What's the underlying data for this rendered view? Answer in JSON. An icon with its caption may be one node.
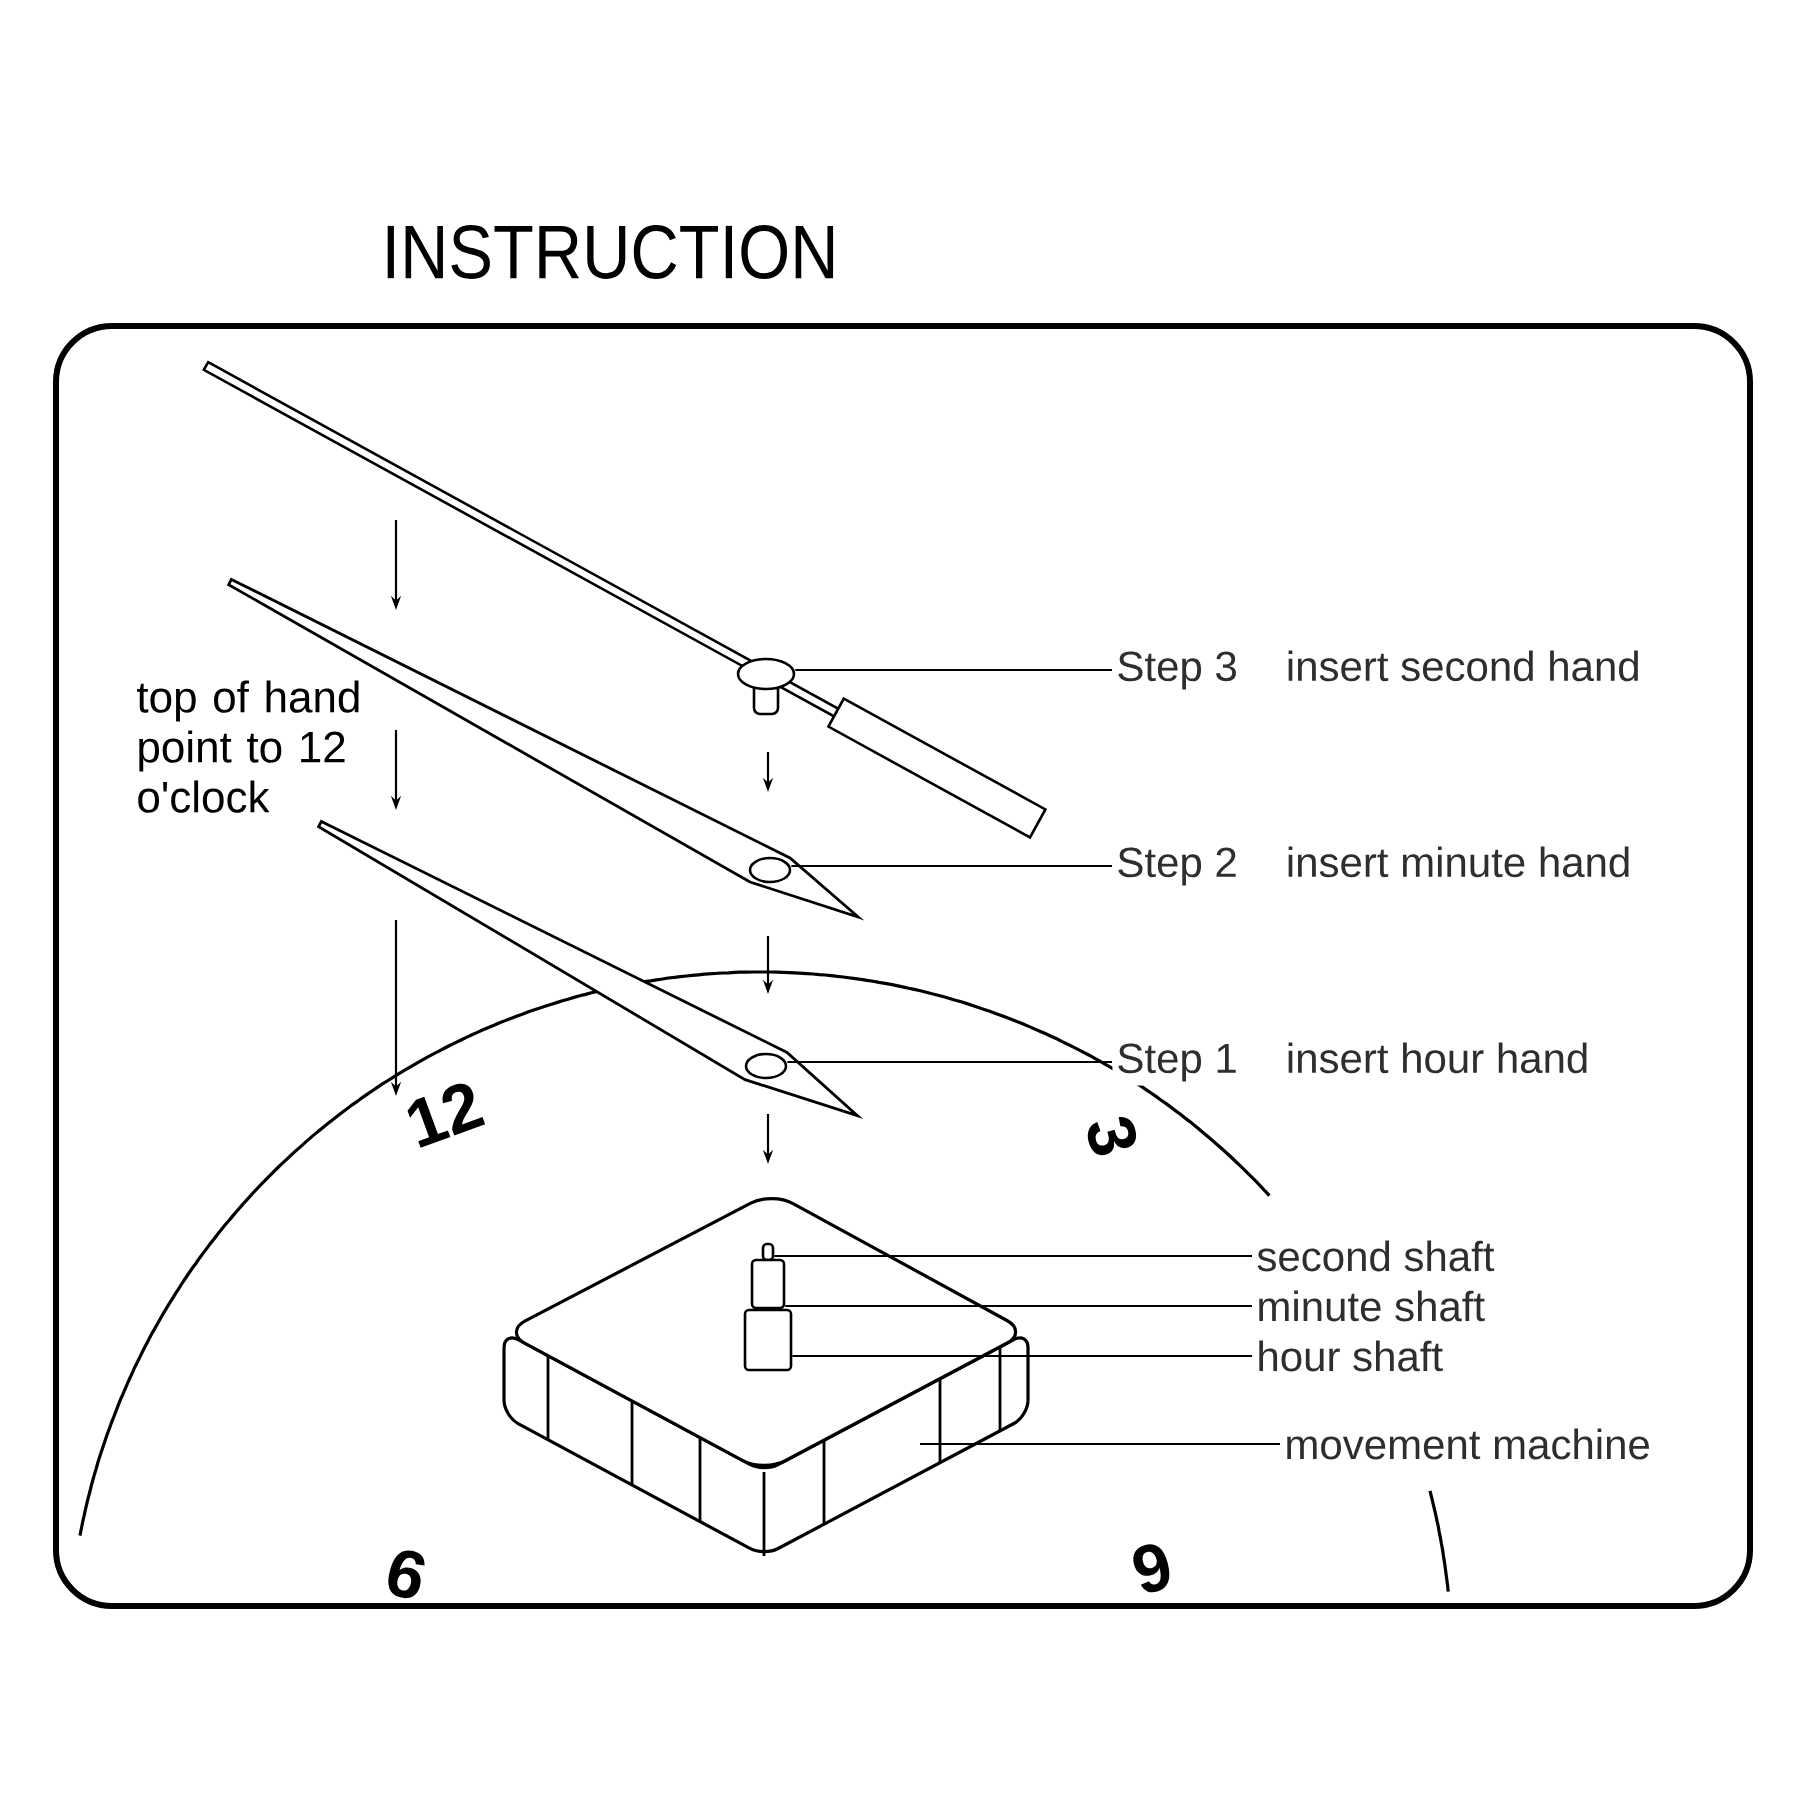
{
  "diagram": {
    "title": "INSTRUCTION",
    "nodes": [
      {
        "text": [],
        "shape": "circle"
      },
      {
        "text": [
          "Step 3",
          "insert second hand"
        ]
      },
      {
        "text": [],
        "shape": "circle"
      },
      {
        "text": [
          "Step 2",
          "insert minute hand"
        ]
      },
      {
        "text": [],
        "shape": "circle"
      },
      {
        "text": [
          "Step 1",
          "insert hour hand"
        ]
      },
      {
        "text": [],
        "shape": "picture"
      },
      {
        "text": [],
        "shape": "cylinder",
        "in": 6
      },
      {
        "text": [
          "second shaft"
        ]
      },
      {
        "text": [],
        "shape": "cylinder",
        "in": 6
      },
      {
        "text": [
          "minute shaft"
        ]
      },
      {
        "text": [],
        "shape": "cylinder",
        "in": 6
      },
      {
        "text": [
          "hour shaft"
        ]
      },
      {
        "text": [
          "movement machine"
        ]
      }
    ],
    "edges": [
      {
        "from": 1,
        "to": 0,
        "arrow": "none"
      },
      {
        "from": 3,
        "to": 2,
        "arrow": "none"
      },
      {
        "from": 5,
        "to": 4,
        "arrow": "none"
      },
      {
        "from": 8,
        "to": 7,
        "arrow": "none"
      },
      {
        "from": 10,
        "to": 9,
        "arrow": "none"
      },
      {
        "from": 12,
        "to": 11,
        "arrow": "none"
      },
      {
        "from": 13,
        "to": 6,
        "arrow": "none"
      }
    ],
    "labels": [
      "top of hand point to 12 o'clock",
      "12",
      "3",
      "9",
      "6"
    ]
  }
}
